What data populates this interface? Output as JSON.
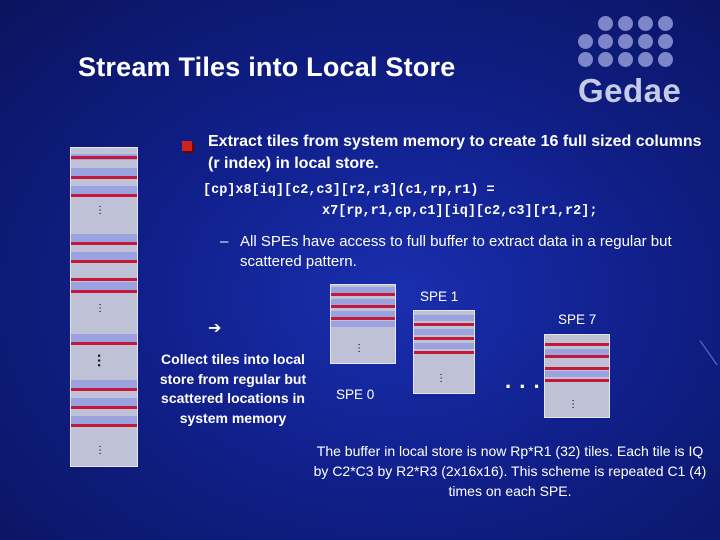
{
  "slide": {
    "title": "Stream Tiles into Local Store",
    "logo": "Gedae",
    "bullet": "Extract tiles from  system memory to create 16 full sized columns (r index) in local store.",
    "code_line1": "[cp]x8[iq][c2,c3][r2,r3](c1,rp,r1) =",
    "code_line2": "x7[rp,r1,cp,c1][iq][c2,c3][r1,r2];",
    "sub_dash": "–",
    "sub_bullet": "All SPEs have access to full buffer to extract data in a regular but scattered pattern.",
    "arrow_glyph": "➔",
    "collect_text": "Collect tiles into local store from regular but scattered locations in system memory",
    "spe_labels": [
      "SPE 0",
      "SPE 1",
      "SPE 7"
    ],
    "ellipsis": "…",
    "bottom_text": "The buffer in local store is now Rp*R1 (32) tiles. Each tile is  IQ by C2*C3 by R2*R3 (2x16x16).  This scheme is repeated C1 (4) times on each SPE."
  },
  "colors": {
    "background": "#101f8a",
    "bullet_square": "#d02020",
    "tile_red": "#c41a3a",
    "tile_blue": "#9aa2e0",
    "tile_gray": "#bfc2d6",
    "logo_dots": "#7d86c9"
  }
}
